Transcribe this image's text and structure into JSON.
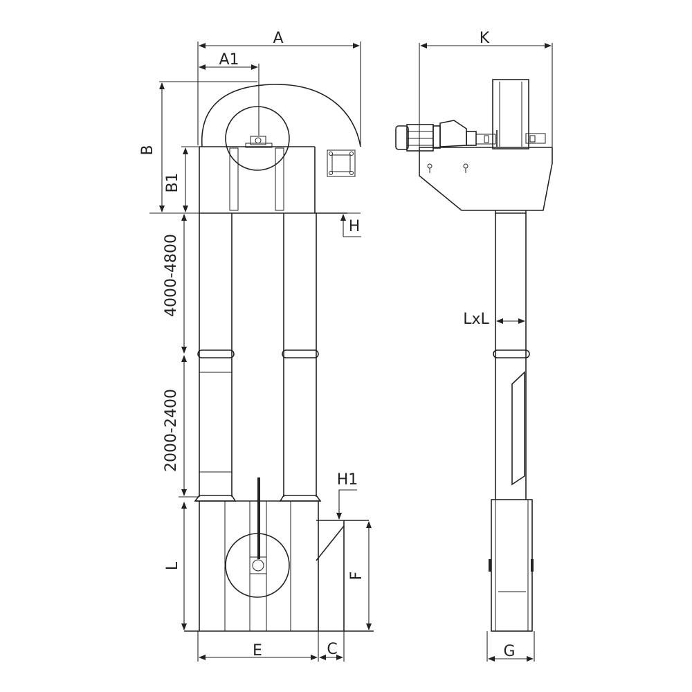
{
  "labels": {
    "A": "A",
    "A1": "A1",
    "B": "B",
    "B1": "B1",
    "H": "H",
    "range_upper": "4000-4800",
    "range_lower": "2000-2400",
    "H1": "H1",
    "L": "L",
    "F": "F",
    "E": "E",
    "C": "C",
    "K": "K",
    "LxL": "LxL",
    "G": "G"
  }
}
